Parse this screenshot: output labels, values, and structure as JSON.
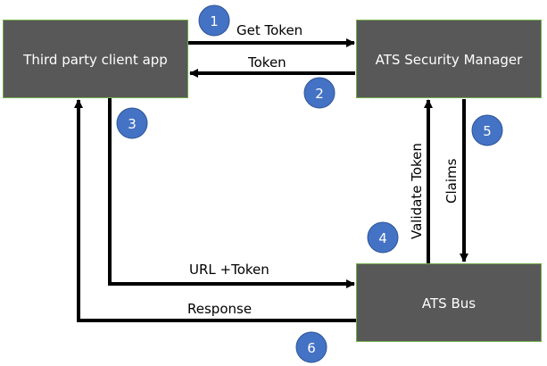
{
  "colors": {
    "box_fill": "#595859",
    "box_border": "#70ad47",
    "badge_fill": "#4472c4",
    "badge_border": "#2f5597",
    "arrow": "#000000"
  },
  "nodes": {
    "client": {
      "label": "Third party client app"
    },
    "security_manager": {
      "label": "ATS Security Manager"
    },
    "bus": {
      "label": "ATS Bus"
    }
  },
  "edges": {
    "get_token": {
      "label": "Get Token",
      "step": "1"
    },
    "token": {
      "label": "Token",
      "step": "2"
    },
    "url_token": {
      "label": "URL +Token",
      "step": "3"
    },
    "validate_token": {
      "label": "Validate Token",
      "step": "4"
    },
    "claims": {
      "label": "Claims",
      "step": "5"
    },
    "response": {
      "label": "Response",
      "step": "6"
    }
  }
}
